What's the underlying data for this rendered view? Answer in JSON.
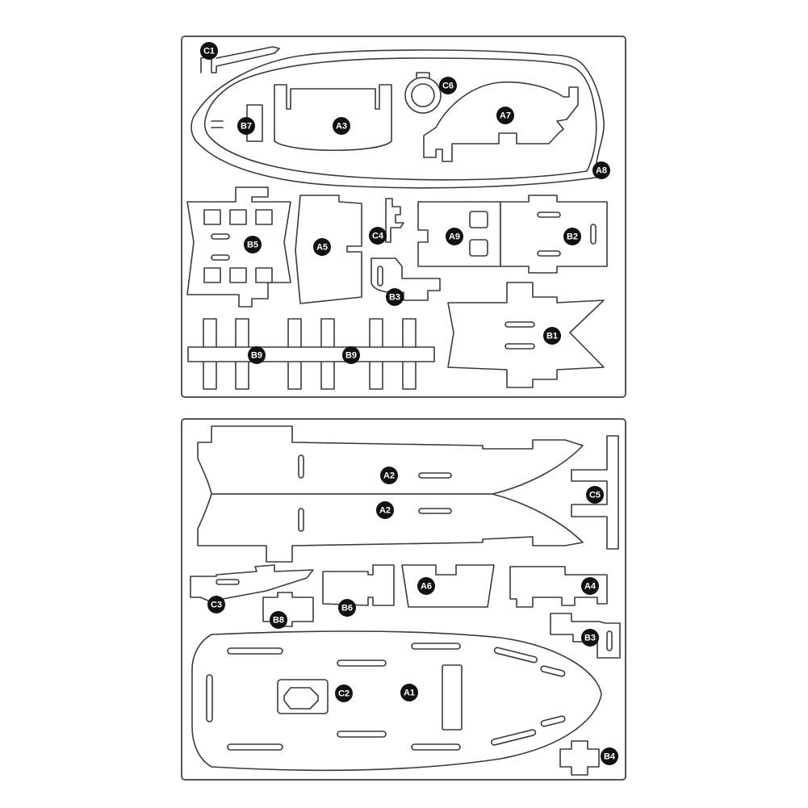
{
  "sheets": [
    {
      "id": "sheet-top",
      "labels": [
        "C1",
        "C6",
        "A3",
        "B7",
        "A7",
        "A8",
        "B5",
        "A5",
        "C4",
        "A9",
        "B2",
        "B3",
        "B1",
        "B9",
        "B9"
      ]
    },
    {
      "id": "sheet-bottom",
      "labels": [
        "A2",
        "A2",
        "C5",
        "C3",
        "B8",
        "B6",
        "A6",
        "A4",
        "B3",
        "C2",
        "A1",
        "B4"
      ]
    }
  ],
  "colors": {
    "line": "#3a3a3a",
    "badge": "#111111",
    "badge_text": "#ffffff",
    "background": "#ffffff"
  }
}
